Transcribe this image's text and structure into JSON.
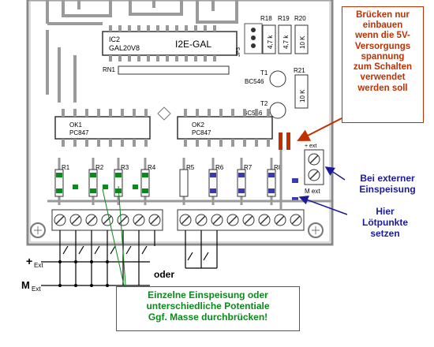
{
  "board": {
    "ic2_name": "IC2",
    "ic2_part": "GAL20V8",
    "ic2_label": "I2E-GAL",
    "jumper_label": "JP3",
    "rn1_label": "RN1",
    "ok1_name": "OK1",
    "ok1_part": "PC847",
    "ok2_name": "OK2",
    "ok2_part": "PC847",
    "r18": "R18",
    "r19": "R19",
    "r20": "R20",
    "r21": "R21",
    "val_r18": "4,7 k",
    "val_r19": "4,7 k",
    "val_r20": "10 K",
    "val_r21": "10 K",
    "t1_name": "T1",
    "t1_part": "BC546",
    "t2_name": "T2",
    "t2_part": "BC546",
    "resistors": [
      "R1",
      "R2",
      "R3",
      "R4",
      "R5",
      "R6",
      "R7",
      "R8"
    ],
    "ext_plus": "+ ext",
    "m_ext": "M ext"
  },
  "wiring": {
    "plus_ext": "+",
    "plus_ext_sub": "Ext",
    "m_ext": "M",
    "m_ext_sub": "Ext",
    "oder": "oder"
  },
  "notes": {
    "bridge": [
      "Brücken nur",
      "einbauen",
      "wenn die 5V-",
      "Versorgungs",
      "spannung",
      "zum Schalten",
      "verwendet",
      "werden soll"
    ],
    "external": [
      "Bei externer",
      "Einspeisung"
    ],
    "solder": [
      "Hier",
      "Lötpunkte",
      "setzen"
    ],
    "single": [
      "Einzelne Einspeisung oder",
      "unterschiedliche Potentiale",
      "Ggf. Masse durchbrücken!"
    ]
  },
  "colors": {
    "board_line": "#8a8a8a",
    "bridge_note": "#c03000",
    "arrow_blue": "#1a1a9a",
    "green": "#0a8a1a"
  }
}
